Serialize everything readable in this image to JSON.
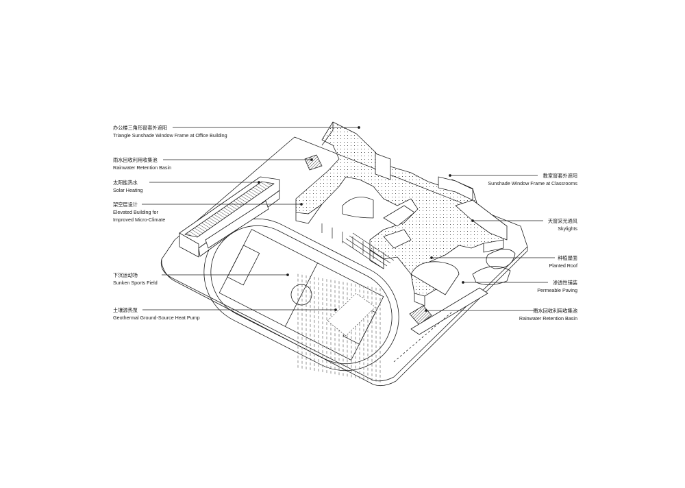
{
  "annotations_left": [
    {
      "id": "office-sunshade",
      "zh": "办公楼三角形窗套外遮阳",
      "en": "Triangle Sunshade Window Frame at Office Building"
    },
    {
      "id": "rain-basin-north",
      "zh": "雨水回收利用收集池",
      "en": "Rainwater Retention Basin"
    },
    {
      "id": "solar-heating",
      "zh": "太阳能热水",
      "en": "Solar Heating"
    },
    {
      "id": "elevated-building",
      "zh": "架空层设计",
      "en": "Elevated Building for",
      "en2": "Improved Micro-Climate"
    },
    {
      "id": "sunken-field",
      "zh": "下沉运动场",
      "en": "Sunken Sports Field"
    },
    {
      "id": "geothermal",
      "zh": "土壤源热泵",
      "en": "Geothermal Ground-Source Heat Pump"
    }
  ],
  "annotations_right": [
    {
      "id": "classroom-sunshade",
      "zh": "教室窗套外遮阳",
      "en": "Sunshade Window Frame at Classrooms"
    },
    {
      "id": "skylights",
      "zh": "天窗采光通风",
      "en": "Skylights"
    },
    {
      "id": "planted-roof",
      "zh": "种植屋面",
      "en": "Planted Roof"
    },
    {
      "id": "permeable-paving",
      "zh": "渗透性铺装",
      "en": "Permeable Paving"
    },
    {
      "id": "rain-basin-south",
      "zh": "雨水回收利用收集池",
      "en": "Rainwater Retention Basin"
    }
  ],
  "colors": {
    "line": "#1a1a1a",
    "paper": "#ffffff"
  }
}
